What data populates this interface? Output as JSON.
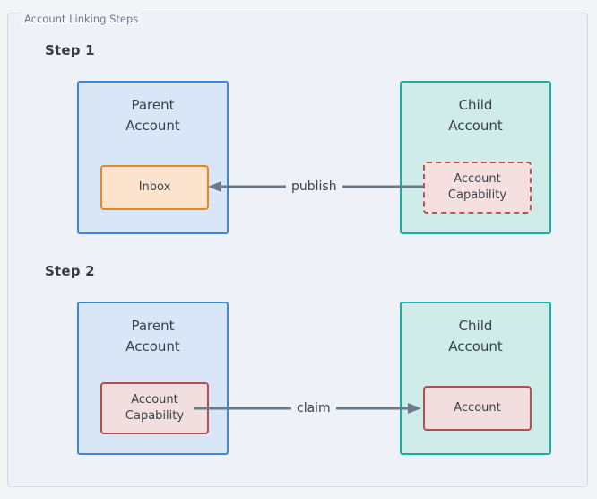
{
  "fieldset": {
    "legend": "Account Linking Steps"
  },
  "colors": {
    "page_background": "#f2f4f7",
    "panel_background": "#eef1f5",
    "panel_border": "#cfd8e3",
    "parent_fill": "#d8e6f7",
    "parent_stroke": "#3d87d8",
    "child_fill": "#cfece8",
    "child_stroke": "#17b0a0",
    "inbox_fill": "#fbe3cd",
    "inbox_stroke": "#e9871f",
    "capability_fill": "#f6dfdf",
    "capability_stroke": "#b85450",
    "arrow": "#6b7a89",
    "text": "#3a424c",
    "legend_text": "#6b7a8d"
  },
  "steps": [
    {
      "label": "Step 1",
      "parent": {
        "title": "Parent\nAccount",
        "resource": {
          "label": "Inbox",
          "style": "solid-orange"
        }
      },
      "child": {
        "title": "Child\nAccount",
        "resource": {
          "label": "Account\nCapability",
          "style": "dashed-red"
        }
      },
      "arrow": {
        "label": "publish",
        "direction": "left"
      }
    },
    {
      "label": "Step 2",
      "parent": {
        "title": "Parent\nAccount",
        "resource": {
          "label": "Account\nCapability",
          "style": "solid-red"
        }
      },
      "child": {
        "title": "Child\nAccount",
        "resource": {
          "label": "Account",
          "style": "solid-red"
        }
      },
      "arrow": {
        "label": "claim",
        "direction": "right"
      }
    }
  ]
}
